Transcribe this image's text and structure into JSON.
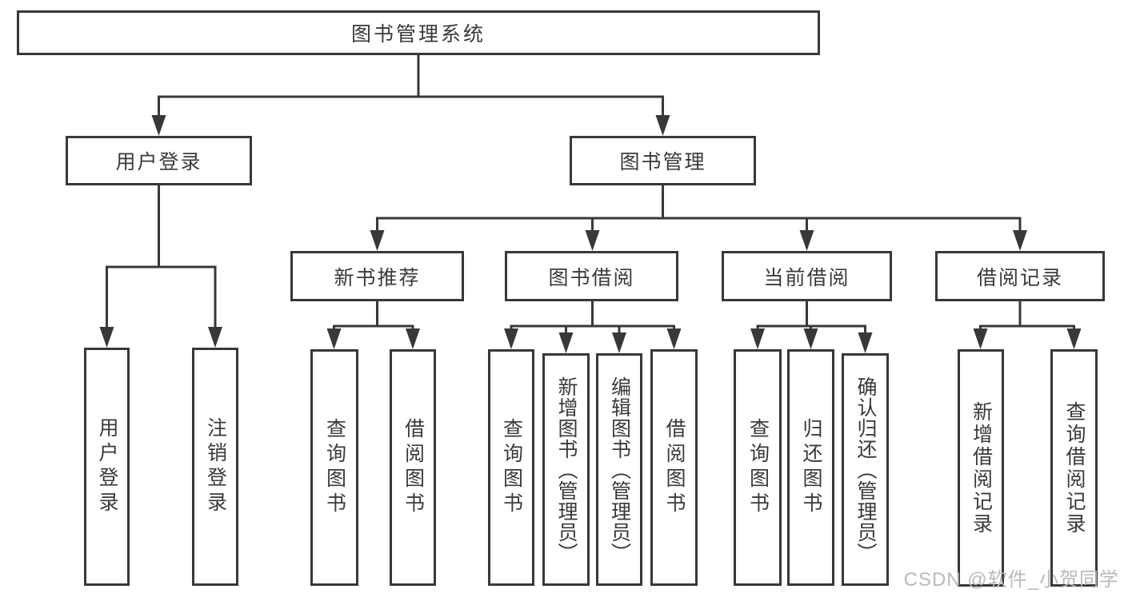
{
  "page": {
    "background": "#ffffff"
  },
  "colors": {
    "line": "#383838",
    "box_border": "#383838",
    "text": "#3a3a3a",
    "watermark": "#b9b9b9"
  },
  "watermark": {
    "text": "CSDN @软件_小贺同学"
  },
  "tree": {
    "root": {
      "label": "图书管理系统"
    },
    "children": [
      {
        "label": "用户登录",
        "children": [
          {
            "label": "用户登录"
          },
          {
            "label": "注销登录"
          }
        ]
      },
      {
        "label": "图书管理",
        "children": [
          {
            "label": "新书推荐",
            "children": [
              {
                "label": "查询图书"
              },
              {
                "label": "借阅图书"
              }
            ]
          },
          {
            "label": "图书借阅",
            "children": [
              {
                "label": "查询图书"
              },
              {
                "label": "新增图书（管理员）"
              },
              {
                "label": "编辑图书（管理员）"
              },
              {
                "label": "借阅图书"
              }
            ]
          },
          {
            "label": "当前借阅",
            "children": [
              {
                "label": "查询图书"
              },
              {
                "label": "归还图书"
              },
              {
                "label": "确认归还（管理员）"
              }
            ]
          },
          {
            "label": "借阅记录",
            "children": [
              {
                "label": "新增借阅记录"
              },
              {
                "label": "查询借阅记录"
              }
            ]
          }
        ]
      }
    ]
  }
}
